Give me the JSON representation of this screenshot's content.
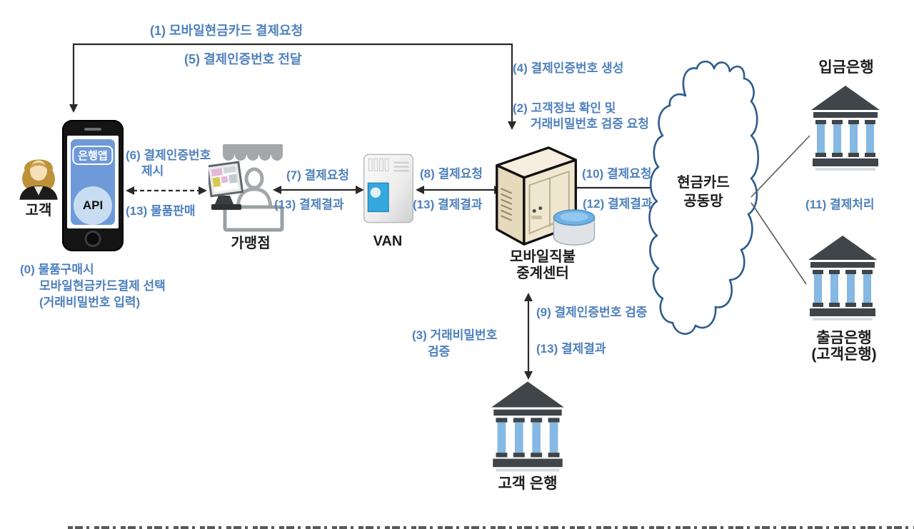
{
  "nodes": {
    "customer": "고객",
    "phone_app": "은행앱",
    "phone_api": "API",
    "merchant": "가맹점",
    "van": "VAN",
    "relay_line1": "모바일직불",
    "relay_line2": "중계센터",
    "cloud_line1": "현금카드",
    "cloud_line2": "공동망",
    "deposit_bank": "입금은행",
    "withdraw_bank_line1": "출금은행",
    "withdraw_bank_line2": "(고객은행)",
    "customer_bank": "고객 은행"
  },
  "flows": {
    "s0_l1": "(0) 물품구매시",
    "s0_l2": "모바일현금카드결제 선택",
    "s0_l3": "(거래비밀번호 입력)",
    "s1": "(1) 모바일현금카드 결제요청",
    "s2_l1": "(2) 고객정보 확인 및",
    "s2_l2": "거래비밀번호 검증 요청",
    "s3_l1": "(3) 거래비밀번호",
    "s3_l2": "검증",
    "s4": "(4) 결제인증번호 생성",
    "s5": "(5) 결제인증번호 전달",
    "s6_l1": "(6) 결제인증번호",
    "s6_l2": "제시",
    "s7": "(7) 결제요청",
    "s8": "(8) 결제요청",
    "s9": "(9) 결제인증번호 검증",
    "s10": "(10) 결제요청",
    "s11": "(11) 결제처리",
    "s12": "(12) 결제결과",
    "s13_sale": "(13) 물품판매",
    "s13_merchant_van": "(13) 결제결과",
    "s13_van_relay": "(13) 결제결과",
    "s13_relay_bank": "(13) 결제결과"
  },
  "colors": {
    "accent-blue": "#4f81bd",
    "text-dark": "#1c1c1c",
    "cloud-stroke": "#2e5c8a",
    "bank-dark": "#3f4548",
    "bank-column": "#85b8e2",
    "line-dark": "#2a2a2a"
  }
}
